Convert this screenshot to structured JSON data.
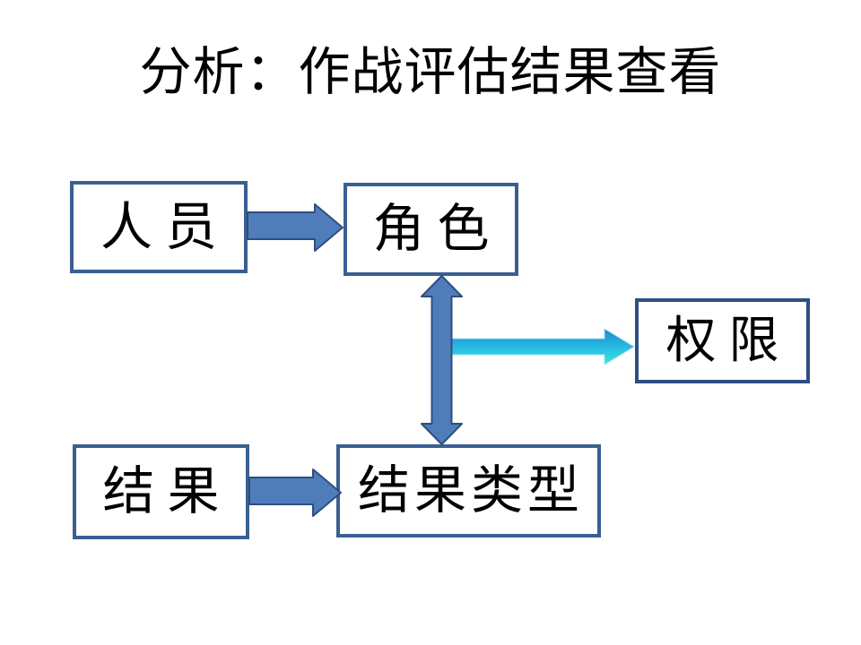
{
  "title": "分析：作战评估结果查看",
  "diagram": {
    "nodes": [
      {
        "id": "personnel",
        "label": "人员"
      },
      {
        "id": "role",
        "label": "角色"
      },
      {
        "id": "permission",
        "label": "权限"
      },
      {
        "id": "result",
        "label": "结果"
      },
      {
        "id": "result-type",
        "label": "结果类型"
      }
    ],
    "edges": [
      {
        "from": "人员",
        "to": "角色",
        "type": "block-arrow-right",
        "direction": "right"
      },
      {
        "from": "结果",
        "to": "结果类型",
        "type": "block-arrow-right",
        "direction": "right"
      },
      {
        "from": "角色",
        "to": "结果类型",
        "type": "block-double-arrow",
        "direction": "vertical-both"
      },
      {
        "from": "角色",
        "to": "权限",
        "type": "gradient-arrow-right",
        "direction": "right"
      }
    ]
  },
  "colors": {
    "background": "#FFFFFF",
    "text": "#000000",
    "box_border": "#3A5F91",
    "permission_box_border": "#2D4F82",
    "arrow_fill": "#4F7DBA",
    "arrow_outline": "#2E4E7E",
    "cyan_top": "#1E83D0",
    "cyan_mid": "#29BFE2",
    "cyan_bottom": "#3CE6E3"
  }
}
